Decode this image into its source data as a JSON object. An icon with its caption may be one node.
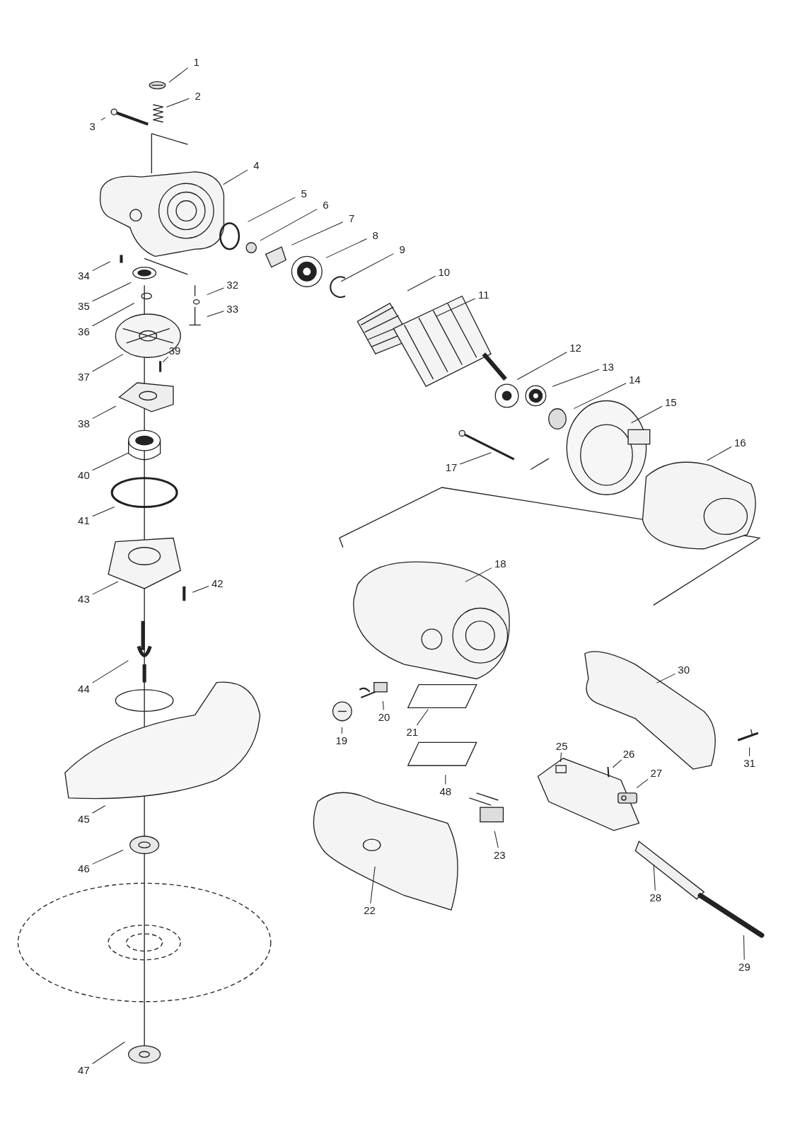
{
  "diagram": {
    "nodes": [
      {
        "text": [
          "1"
        ]
      },
      {
        "text": [
          "2"
        ]
      },
      {
        "text": [
          "3"
        ]
      },
      {
        "text": [
          "4"
        ]
      },
      {
        "text": [
          "5"
        ]
      },
      {
        "text": [
          "6"
        ]
      },
      {
        "text": [
          "7"
        ]
      },
      {
        "text": [
          "8"
        ]
      },
      {
        "text": [
          "9"
        ]
      },
      {
        "text": [
          "10"
        ]
      },
      {
        "text": [
          "11"
        ]
      },
      {
        "text": [
          "12"
        ]
      },
      {
        "text": [
          "13"
        ]
      },
      {
        "text": [
          "14"
        ]
      },
      {
        "text": [
          "15"
        ]
      },
      {
        "text": [
          "16"
        ]
      },
      {
        "text": [
          "17"
        ]
      },
      {
        "text": [
          "18"
        ]
      },
      {
        "text": [
          "19"
        ]
      },
      {
        "text": [
          "20"
        ]
      },
      {
        "text": [
          "21"
        ]
      },
      {
        "text": [
          "22"
        ]
      },
      {
        "text": [
          "23"
        ]
      },
      {
        "text": [
          "25"
        ]
      },
      {
        "text": [
          "26"
        ]
      },
      {
        "text": [
          "27"
        ]
      },
      {
        "text": [
          "28"
        ]
      },
      {
        "text": [
          "29"
        ]
      },
      {
        "text": [
          "30"
        ]
      },
      {
        "text": [
          "31"
        ]
      },
      {
        "text": [
          "32"
        ]
      },
      {
        "text": [
          "33"
        ]
      },
      {
        "text": [
          "34"
        ]
      },
      {
        "text": [
          "35"
        ]
      },
      {
        "text": [
          "36"
        ]
      },
      {
        "text": [
          "37"
        ]
      },
      {
        "text": [
          "38"
        ]
      },
      {
        "text": [
          "39"
        ]
      },
      {
        "text": [
          "40"
        ]
      },
      {
        "text": [
          "41"
        ]
      },
      {
        "text": [
          "42"
        ]
      },
      {
        "text": [
          "43"
        ]
      },
      {
        "text": [
          "44"
        ]
      },
      {
        "text": [
          "45"
        ]
      },
      {
        "text": [
          "46"
        ]
      },
      {
        "text": [
          "47"
        ]
      },
      {
        "text": [
          "48"
        ]
      }
    ],
    "edges": [
      {
        "from": 0,
        "to": null,
        "arrow": "none"
      },
      {
        "from": 1,
        "to": null,
        "arrow": "none"
      },
      {
        "from": 2,
        "to": null,
        "arrow": "none"
      },
      {
        "from": 3,
        "to": null,
        "arrow": "none"
      },
      {
        "from": 4,
        "to": null,
        "arrow": "none"
      },
      {
        "from": 5,
        "to": null,
        "arrow": "none"
      },
      {
        "from": 6,
        "to": null,
        "arrow": "none"
      },
      {
        "from": 7,
        "to": null,
        "arrow": "none"
      },
      {
        "from": 8,
        "to": null,
        "arrow": "none"
      },
      {
        "from": 9,
        "to": null,
        "arrow": "none"
      },
      {
        "from": 10,
        "to": null,
        "arrow": "none"
      },
      {
        "from": 11,
        "to": null,
        "arrow": "none"
      },
      {
        "from": 12,
        "to": null,
        "arrow": "none"
      },
      {
        "from": 13,
        "to": null,
        "arrow": "none"
      },
      {
        "from": 14,
        "to": null,
        "arrow": "none"
      },
      {
        "from": 15,
        "to": null,
        "arrow": "none"
      },
      {
        "from": 16,
        "to": null,
        "arrow": "none"
      },
      {
        "from": 17,
        "to": null,
        "arrow": "none"
      },
      {
        "from": 18,
        "to": null,
        "arrow": "none"
      },
      {
        "from": 19,
        "to": null,
        "arrow": "none"
      },
      {
        "from": 20,
        "to": null,
        "arrow": "none"
      },
      {
        "from": 21,
        "to": null,
        "arrow": "none"
      },
      {
        "from": 22,
        "to": null,
        "arrow": "none"
      },
      {
        "from": 23,
        "to": null,
        "arrow": "none"
      },
      {
        "from": 24,
        "to": null,
        "arrow": "none"
      },
      {
        "from": 25,
        "to": null,
        "arrow": "none"
      },
      {
        "from": 26,
        "to": null,
        "arrow": "none"
      },
      {
        "from": 27,
        "to": null,
        "arrow": "none"
      },
      {
        "from": 28,
        "to": null,
        "arrow": "none"
      },
      {
        "from": 29,
        "to": null,
        "arrow": "none"
      },
      {
        "from": 30,
        "to": null,
        "arrow": "none"
      },
      {
        "from": 31,
        "to": null,
        "arrow": "none"
      },
      {
        "from": 32,
        "to": null,
        "arrow": "none"
      },
      {
        "from": 33,
        "to": null,
        "arrow": "none"
      },
      {
        "from": 34,
        "to": null,
        "arrow": "none"
      },
      {
        "from": 35,
        "to": null,
        "arrow": "none"
      },
      {
        "from": 36,
        "to": null,
        "arrow": "none"
      },
      {
        "from": 37,
        "to": null,
        "arrow": "none"
      },
      {
        "from": 38,
        "to": null,
        "arrow": "none"
      },
      {
        "from": 39,
        "to": null,
        "arrow": "none"
      },
      {
        "from": 40,
        "to": null,
        "arrow": "none"
      },
      {
        "from": 41,
        "to": null,
        "arrow": "none"
      },
      {
        "from": 42,
        "to": null,
        "arrow": "none"
      },
      {
        "from": 43,
        "to": null,
        "arrow": "none"
      },
      {
        "from": 44,
        "to": null,
        "arrow": "none"
      },
      {
        "from": 45,
        "to": null,
        "arrow": "none"
      },
      {
        "from": 46,
        "to": null,
        "arrow": "none"
      }
    ]
  }
}
